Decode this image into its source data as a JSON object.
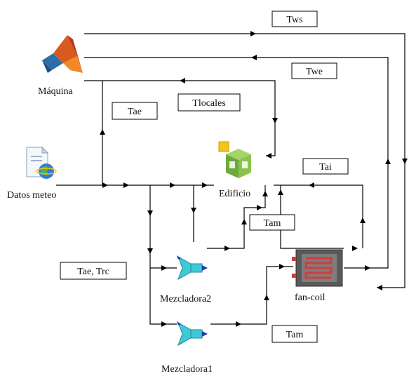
{
  "components": {
    "maquina": {
      "label": "Máquina",
      "icon": "matlab-icon"
    },
    "datos": {
      "label": "Datos meteo",
      "icon": "weather-data-file-icon"
    },
    "edificio": {
      "label": "Edificio",
      "icon": "building-block-icon"
    },
    "mezcladora2": {
      "label": "Mezcladora2",
      "icon": "mixer-icon"
    },
    "mezcladora1": {
      "label": "Mezcladora1",
      "icon": "mixer-icon"
    },
    "fancoil": {
      "label": "fan-coil",
      "icon": "fan-coil-icon"
    }
  },
  "signals": {
    "tws": "Tws",
    "twe": "Twe",
    "tae": "Tae",
    "tlocales": "Tlocales",
    "tai": "Tai",
    "tam_upper": "Tam",
    "tae_trc": "Tae, Trc",
    "tam_lower": "Tam"
  },
  "colors": {
    "wire": "#000000",
    "mixer": "#3fc9d6",
    "fancoil_coil": "#d63a3a",
    "building": "#8bc34a"
  }
}
